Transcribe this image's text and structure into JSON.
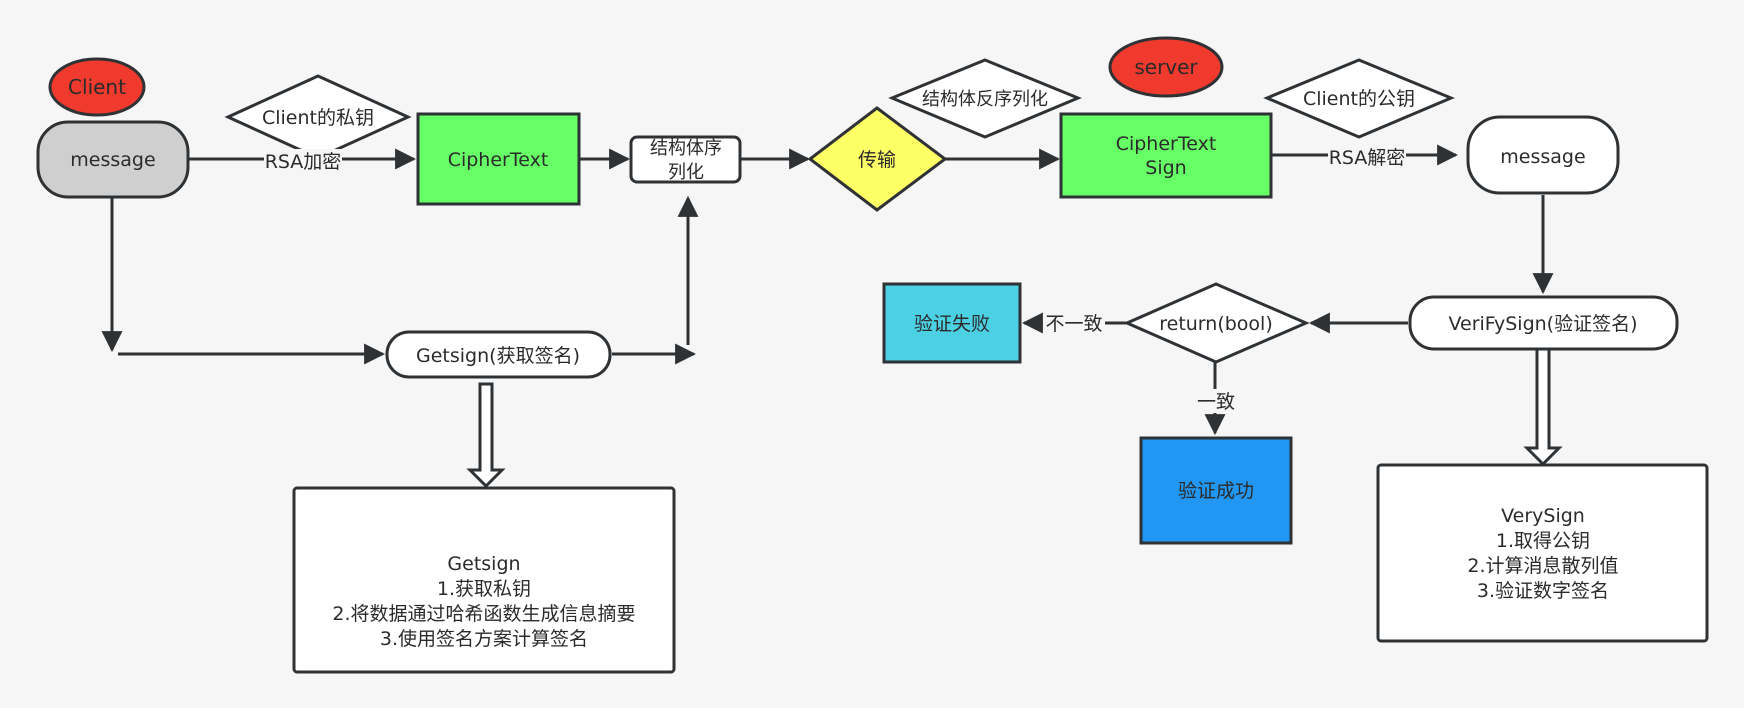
{
  "client_badge": "Client",
  "server_badge": "server",
  "client_message": "message",
  "client_private_key": "Client的私钥",
  "rsa_encrypt": "RSA加密",
  "ciphertext": "CipherText",
  "serialize": [
    "结构体序",
    "列化"
  ],
  "transmit": "传输",
  "deserialize": "结构体反序列化",
  "server_cipher": [
    "CipherText",
    "Sign"
  ],
  "client_public_key": "Client的公钥",
  "rsa_decrypt": "RSA解密",
  "server_message": "message",
  "getsign": "Getsign(获取签名)",
  "getsign_note": [
    "Getsign",
    "1.获取私钥",
    "2.将数据通过哈希函数生成信息摘要",
    "3.使用签名方案计算签名"
  ],
  "verifysign": "VeriFySign(验证签名)",
  "return_bool": "return(bool)",
  "mismatch": "不一致",
  "match": "一致",
  "verify_fail": "验证失败",
  "verify_success": "验证成功",
  "verysign_note": [
    "VerySign",
    "1.取得公钥",
    "2.计算消息散列值",
    "3.验证数字签名"
  ],
  "colors": {
    "badge_red": "#f03a2e",
    "message_grey": "#cfcfcf",
    "cipher_green": "#66ff66",
    "transmit_yellow": "#ffff66",
    "fail_cyan": "#4cd0e4",
    "success_blue": "#2196f3"
  }
}
